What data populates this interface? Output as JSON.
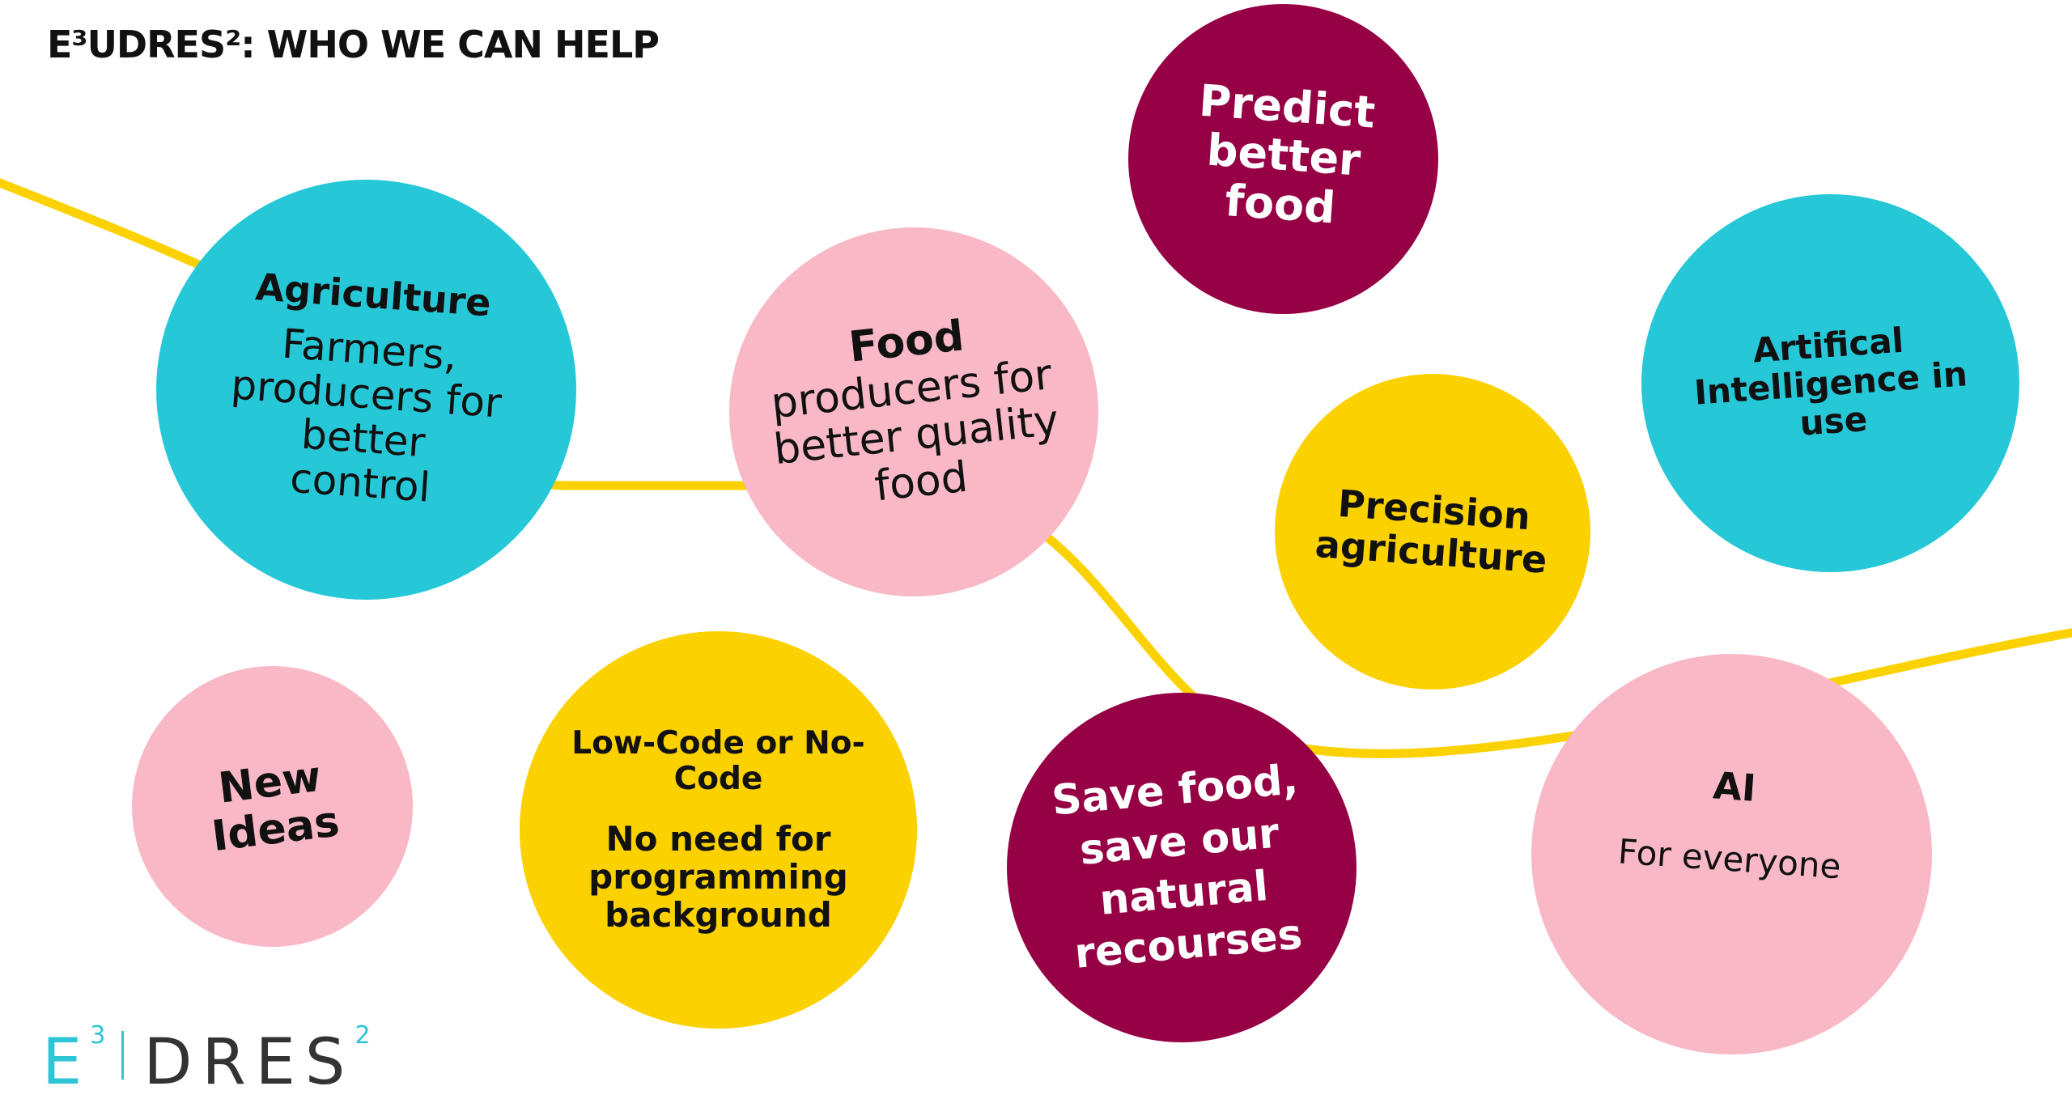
{
  "title": "E³UDRES²: WHO WE CAN HELP",
  "colors": {
    "cyan": "#26c8d8",
    "pink": "#f9b8c6",
    "maroon": "#960045",
    "yellow": "#fbd100",
    "curve": "#fbd100"
  },
  "bubbles": {
    "agriculture": {
      "title": "Agriculture",
      "body": "Farmers, producers for better control"
    },
    "food": {
      "title": "Food",
      "body": "producers for better quality food"
    },
    "predict": {
      "title": "Predict better food"
    },
    "ai_in_use": {
      "title": "Artifical Intelligence in use"
    },
    "precision": {
      "title": "Precision agriculture"
    },
    "new_ideas": {
      "title": "New Ideas"
    },
    "low_code": {
      "title": "Low-Code or No-Code",
      "body": "No need for programming background"
    },
    "save_food": {
      "title": "Save food, save our natural recourses"
    },
    "ai": {
      "title": "AI",
      "body": "For everyone"
    }
  },
  "logo": {
    "e": "E",
    "sup1": "3",
    "dres": "DRES",
    "sup2": "2"
  }
}
